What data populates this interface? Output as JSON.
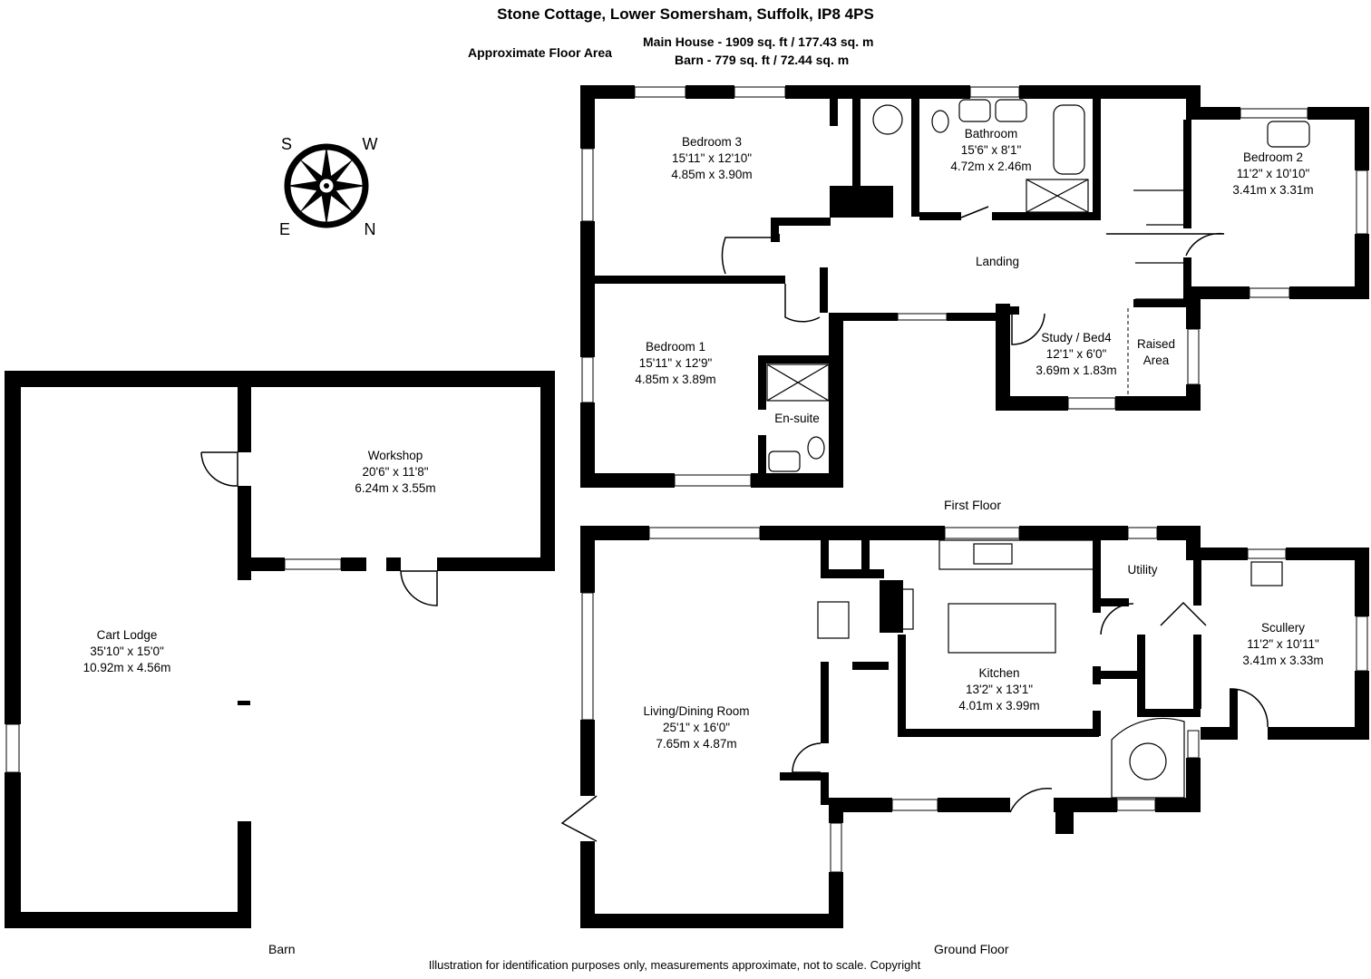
{
  "header": {
    "title": "Stone Cottage, Lower Somersham, Suffolk, IP8 4PS",
    "area_label": "Approximate Floor Area",
    "main_house_area": "Main House - 1909 sq. ft / 177.43 sq. m",
    "barn_area": "Barn - 779 sq. ft / 72.44 sq. m"
  },
  "compass": {
    "icon": "compass-rose-icon",
    "s": "S",
    "w": "W",
    "e": "E",
    "n": "N"
  },
  "rooms": {
    "bedroom3": {
      "name": "Bedroom 3",
      "imperial": "15'11\" x 12'10\"",
      "metric": "4.85m x 3.90m"
    },
    "bathroom": {
      "name": "Bathroom",
      "imperial": "15'6\" x 8'1\"",
      "metric": "4.72m x 2.46m"
    },
    "bedroom2": {
      "name": "Bedroom 2",
      "imperial": "11'2\" x 10'10\"",
      "metric": "3.41m x 3.31m"
    },
    "landing": {
      "name": "Landing"
    },
    "bedroom1": {
      "name": "Bedroom 1",
      "imperial": "15'11\" x 12'9\"",
      "metric": "4.85m x 3.89m"
    },
    "ensuite": {
      "name": "En-suite"
    },
    "study": {
      "name": "Study / Bed4",
      "imperial": "12'1\" x 6'0\"",
      "metric": "3.69m x 1.83m"
    },
    "raised_area": {
      "line1": "Raised",
      "line2": "Area"
    },
    "workshop": {
      "name": "Workshop",
      "imperial": "20'6\" x 11'8\"",
      "metric": "6.24m x 3.55m"
    },
    "cart_lodge": {
      "name": "Cart Lodge",
      "imperial": "35'10\" x 15'0\"",
      "metric": "10.92m x 4.56m"
    },
    "living": {
      "name": "Living/Dining Room",
      "imperial": "25'1\" x 16'0\"",
      "metric": "7.65m x 4.87m"
    },
    "kitchen": {
      "name": "Kitchen",
      "imperial": "13'2\" x 13'1\"",
      "metric": "4.01m x 3.99m"
    },
    "utility": {
      "name": "Utility"
    },
    "scullery": {
      "name": "Scullery",
      "imperial": "11'2\" x 10'11\"",
      "metric": "3.41m x 3.33m"
    }
  },
  "floors": {
    "first": "First Floor",
    "ground": "Ground Floor",
    "barn": "Barn"
  },
  "footer": {
    "disclaimer": "Illustration for identification purposes only, measurements approximate, not to scale. Copyright"
  },
  "colors": {
    "wall": "#000000",
    "background": "#ffffff"
  }
}
